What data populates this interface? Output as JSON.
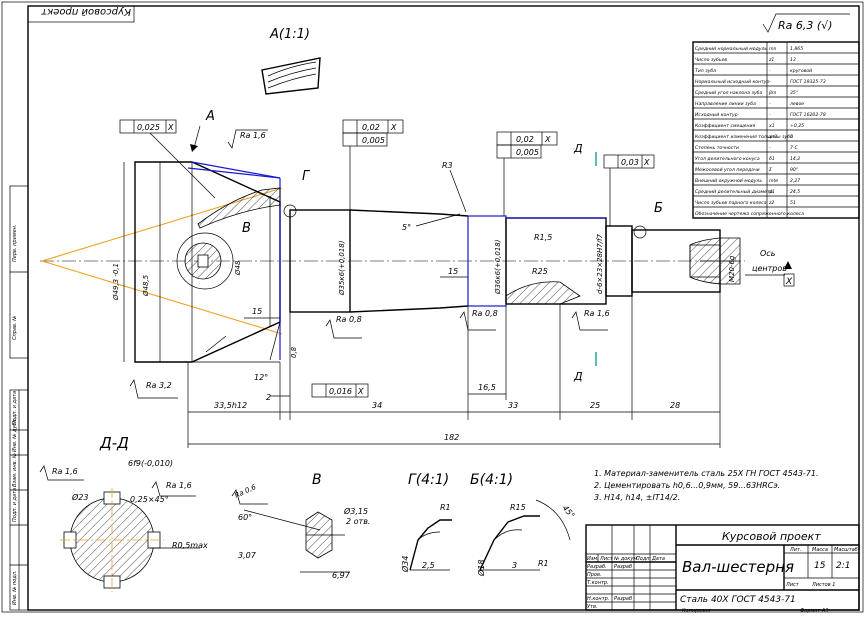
{
  "stamp_top": "Курсовой проект",
  "roughness_general": "Ra 6,3 (√)",
  "view_a_title": "A(1:1)",
  "section_dd_title": "Д-Д",
  "view_b_title": "В",
  "view_g_title": "Г(4:1)",
  "view_bb_title": "Б(4:1)",
  "labels": {
    "A": "A",
    "V": "В",
    "G": "Г",
    "D1": "Д",
    "D2": "Д",
    "B": "Б",
    "axis": "Ось",
    "centers": "центров",
    "X": "X"
  },
  "tolerances": {
    "t1": "0,025",
    "t1x": "X",
    "t2": "0,02",
    "t2x": "X",
    "t3": "0,005",
    "t4": "0,02",
    "t4x": "X",
    "t5": "0,005",
    "t6": "0,03",
    "t6x": "X",
    "t7": "0,016",
    "t7x": "X"
  },
  "roughness": {
    "r1": "Ra 1,6",
    "r2": "Ra 0,8",
    "r3": "Ra 0,8",
    "r4": "Ra 1,6",
    "r5": "Ra 3,2",
    "r6": "Ra 1,6",
    "r7": "Ra 1,6",
    "r8": "Ra 0,6"
  },
  "dims": {
    "d_outer": "Ø49,3 -0,1",
    "d_root": "Ø48,5",
    "d_bore": "Ø48",
    "d_shaft1": "Ø35к6(+0,018)",
    "d_shaft2": "Ø36к6(+0,018)",
    "d_spline": "d-6×23×28H7/f7",
    "thread": "М20-6g",
    "r3": "R3",
    "r15": "R1,5",
    "r25": "R25",
    "ang5": "5°",
    "ang12": "12°",
    "len15a": "15",
    "len15b": "15",
    "len08": "0,8",
    "len2": "2",
    "len335": "33,5h12",
    "len34": "34",
    "len165": "16,5",
    "len33": "33",
    "len25": "25",
    "len28": "28",
    "len182": "182",
    "dd_d23": "Ø23",
    "dd_b6": "6f9(-0,010)",
    "dd_ch": "0,25×45°",
    "dd_r": "R0,5max",
    "v_ang": "60°",
    "v_d": "Ø3,15",
    "v_holes": "2 отв.",
    "v_307": "3,07",
    "v_697": "6,97",
    "g_r1": "R1",
    "g_d34": "Ø34",
    "g_25": "2,5",
    "b_r15": "R15",
    "b_r1": "R1",
    "b_d18": "Ø18",
    "b_3": "3",
    "b_ang": "45°"
  },
  "notes": [
    "1. Материал-заменитель сталь 25Х ГН ГОСТ 4543-71.",
    "2. Цементировать h0,6...0,9мм, 59...63HRCэ.",
    "3. H14, h14, ±IT14/2."
  ],
  "params_table": [
    [
      "Средний нормальный модуль",
      "mn",
      "1,865"
    ],
    [
      "Число зубьев",
      "z1",
      "13"
    ],
    [
      "Тип зуба",
      "-",
      "круговой"
    ],
    [
      "Нормальный исходный контур",
      "-",
      "ГОСТ 19325-73"
    ],
    [
      "Средний угол наклона зуба",
      "βm",
      "35°"
    ],
    [
      "Направление линии зуба",
      "-",
      "левое"
    ],
    [
      "Исходный контур",
      "-",
      "ГОСТ 16202-78"
    ],
    [
      "Коэффициент смещения",
      "x1",
      "+0,25"
    ],
    [
      "Коэффициент изменения толщины зуба",
      "xτ1",
      "0"
    ],
    [
      "Степень точности",
      "-",
      "7-С"
    ],
    [
      "Угол делительного конуса",
      "δ1",
      "14,2"
    ],
    [
      "Межосевой угол передачи",
      "Σ",
      "90°"
    ],
    [
      "Внешний окружной модуль",
      "mte",
      "2,27"
    ],
    [
      "Средний делительный диаметр",
      "d1",
      "24,5"
    ],
    [
      "Число зубьев парного колеса",
      "z2",
      "51"
    ],
    [
      "Обозначение чертежа сопряженного колеса",
      "",
      ""
    ]
  ],
  "titleblock": {
    "project": "Курсовой проект",
    "name": "Вал-шестерня",
    "material": "Сталь 40Х ГОСТ 4543-71",
    "lit_head": "Лит.",
    "mass_head": "Масса",
    "scale_head": "Масштаб",
    "mass": "15",
    "scale": "2:1",
    "sheet": "Лист",
    "sheets": "Листов 1",
    "izm": "Изм.",
    "list": "Лист",
    "ndoc": "№ докум.",
    "podp": "Подп.",
    "data": "Дата",
    "razrab": "Разраб.",
    "prov": "Пров.",
    "tkontr": "Т.контр.",
    "nkontr": "Н.контр.",
    "utv": "Утв.",
    "author1": "Разраб",
    "author2": "Разраб",
    "copied": "Копировал",
    "format": "Формат А3"
  },
  "side_strip": [
    "Перв. примен.",
    "Справ. №",
    "Подп. и дата",
    "Инв. № дубл.",
    "Взам. инв. №",
    "Подп. и дата",
    "Инв. № подл."
  ]
}
